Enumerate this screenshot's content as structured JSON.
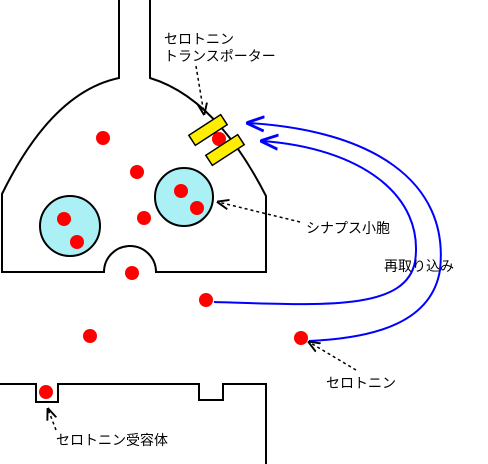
{
  "labels": {
    "transporter_line1": "セロトニン",
    "transporter_line2": "トランスポーター",
    "vesicle": "シナプス小胞",
    "reuptake": "再取り込み",
    "serotonin": "セロトニン",
    "receptor": "セロトニン受容体"
  },
  "colors": {
    "outline": "#000000",
    "serotonin": "#ff0000",
    "vesicle_fill": "#aaf0f5",
    "transporter": "#ffee00",
    "reuptake_arrow": "#0000ff"
  }
}
